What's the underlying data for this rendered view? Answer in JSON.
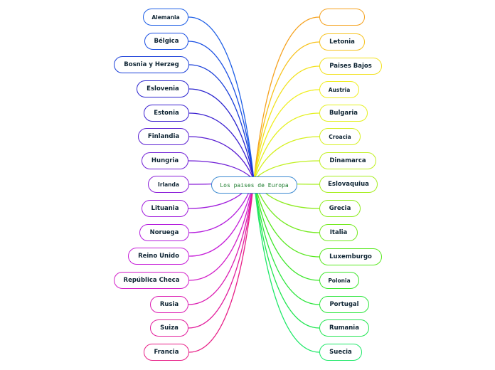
{
  "center": {
    "label": "Los paises de Europa",
    "color": "#3c8ad1"
  },
  "left_nodes": [
    {
      "label": "Alemania",
      "color": "#1e5fe6"
    },
    {
      "label": "Bélgica",
      "color": "#1a4fe3"
    },
    {
      "label": "Bosnia y Herzeg",
      "color": "#1a3fd9"
    },
    {
      "label": "Eslovenia",
      "color": "#2a24cf"
    },
    {
      "label": "Estonia",
      "color": "#3a1fd0"
    },
    {
      "label": "Finlandia",
      "color": "#5a1fd2"
    },
    {
      "label": "Hungria",
      "color": "#701ed6"
    },
    {
      "label": "Irlanda",
      "color": "#8a1ed8"
    },
    {
      "label": "Lituania",
      "color": "#a01ddc"
    },
    {
      "label": "Noruega",
      "color": "#b41ddd"
    },
    {
      "label": "Reino Unido",
      "color": "#c61dd8"
    },
    {
      "label": "República Checa",
      "color": "#d21dc8"
    },
    {
      "label": "Rusia",
      "color": "#dc1db2"
    },
    {
      "label": "Suiza",
      "color": "#e21d9c"
    },
    {
      "label": "Francia",
      "color": "#e81e86"
    }
  ],
  "right_nodes": [
    {
      "label": "",
      "color": "#f5a11d"
    },
    {
      "label": "Letonia",
      "color": "#f7c21d"
    },
    {
      "label": "Paises Bajos",
      "color": "#f2e11d"
    },
    {
      "label": "Austria",
      "color": "#f0ee1f"
    },
    {
      "label": "Bulgaria",
      "color": "#e4f01f"
    },
    {
      "label": "Croacia",
      "color": "#d6f01f"
    },
    {
      "label": "Dinamarca",
      "color": "#c0f01f"
    },
    {
      "label": "Eslovaquiua",
      "color": "#a6ee1f"
    },
    {
      "label": "Grecia",
      "color": "#8eec1f"
    },
    {
      "label": "Italia",
      "color": "#74ea1f"
    },
    {
      "label": "Luxemburgo",
      "color": "#58e81f"
    },
    {
      "label": "Polonia",
      "color": "#3ce62a"
    },
    {
      "label": "Portugal",
      "color": "#2ee63e"
    },
    {
      "label": "Rumania",
      "color": "#22e652"
    },
    {
      "label": "Suecia",
      "color": "#1ee868"
    }
  ]
}
